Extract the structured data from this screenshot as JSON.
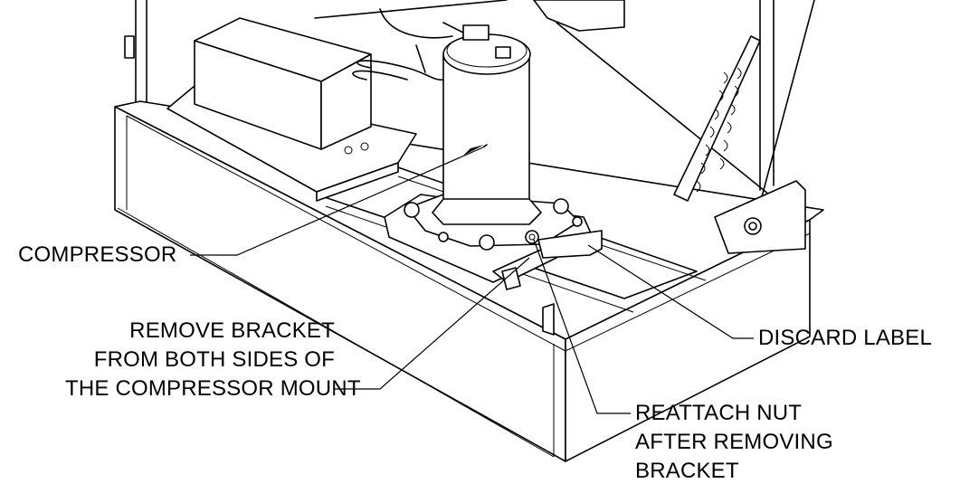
{
  "callouts": {
    "compressor": "COMPRESSOR",
    "remove_bracket": [
      "REMOVE BRACKET",
      "FROM BOTH SIDES OF",
      "THE COMPRESSOR MOUNT"
    ],
    "discard_label": "DISCARD LABEL",
    "reattach_nut": [
      "REATTACH NUT",
      "AFTER REMOVING",
      "BRACKET"
    ]
  }
}
